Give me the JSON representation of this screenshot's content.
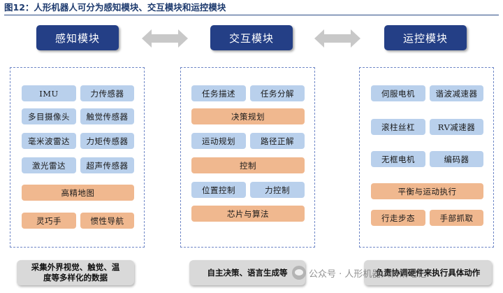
{
  "figure": {
    "title": "图12：人形机器人可分为感知模块、交互模块和运控模块"
  },
  "modules": {
    "perception": {
      "title": "感知模块",
      "items": [
        "IMU",
        "力传感器",
        "多目摄像头",
        "触觉传感器",
        "毫米波雷达",
        "力矩传感器",
        "激光雷达",
        "超声传感器",
        "高精地图",
        "灵巧手",
        "惯性导航"
      ],
      "summary": [
        "采集外界视觉、触觉、温",
        "度等多样化的数据"
      ]
    },
    "interaction": {
      "title": "交互模块",
      "items": [
        "任务描述",
        "任务分解",
        "决策规划",
        "运动规划",
        "路径正解",
        "控制",
        "位置控制",
        "力控制",
        "芯片与算法"
      ],
      "summary": "自主决策、语言生成等"
    },
    "motion": {
      "title": "运控模块",
      "items": [
        "伺服电机",
        "谐波减速器",
        "滚柱丝杠",
        "RV减速器",
        "无框电机",
        "编码器",
        "平衡与运动执行",
        "行走步态",
        "手部抓取"
      ],
      "summary": "负责协调硬件来执行具体动作"
    }
  },
  "watermark": {
    "text": "公众号 · 人形机器人科研笔记"
  },
  "colors": {
    "header": "#243f86",
    "blue_chip": "#b9d0ec",
    "orange_chip": "#f0b88f",
    "footer": "#d9d9d9",
    "arrow": "#c8c8c8",
    "panel_border": "#6f87c7"
  }
}
